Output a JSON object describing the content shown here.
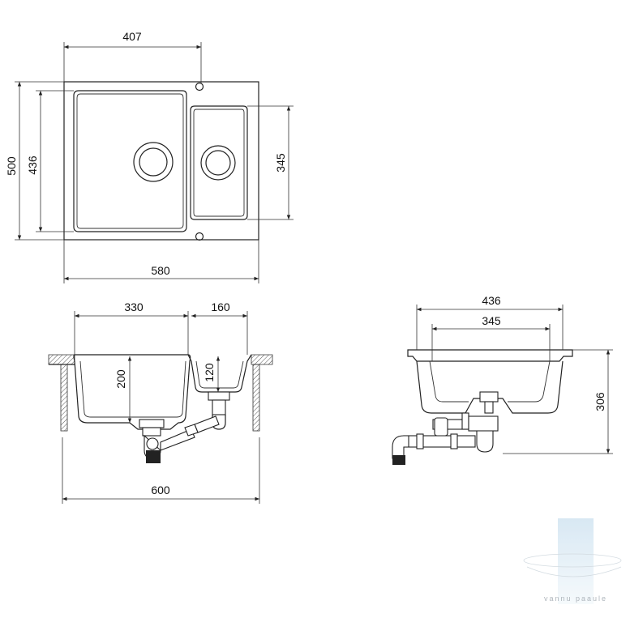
{
  "top_view": {
    "dims": {
      "overall_width": "580",
      "overall_depth": "500",
      "bowl_width": "407",
      "bowl_depth": "436",
      "small_bowl_depth": "345"
    }
  },
  "front_view": {
    "dims": {
      "overall_width": "600",
      "big_bowl_width": "330",
      "small_bowl_width": "160",
      "big_bowl_depth": "200",
      "small_bowl_depth": "120"
    }
  },
  "side_view": {
    "dims": {
      "outer_width": "436",
      "inner_width": "345",
      "height": "306"
    }
  },
  "watermark": {
    "text": "vannu paaule"
  }
}
